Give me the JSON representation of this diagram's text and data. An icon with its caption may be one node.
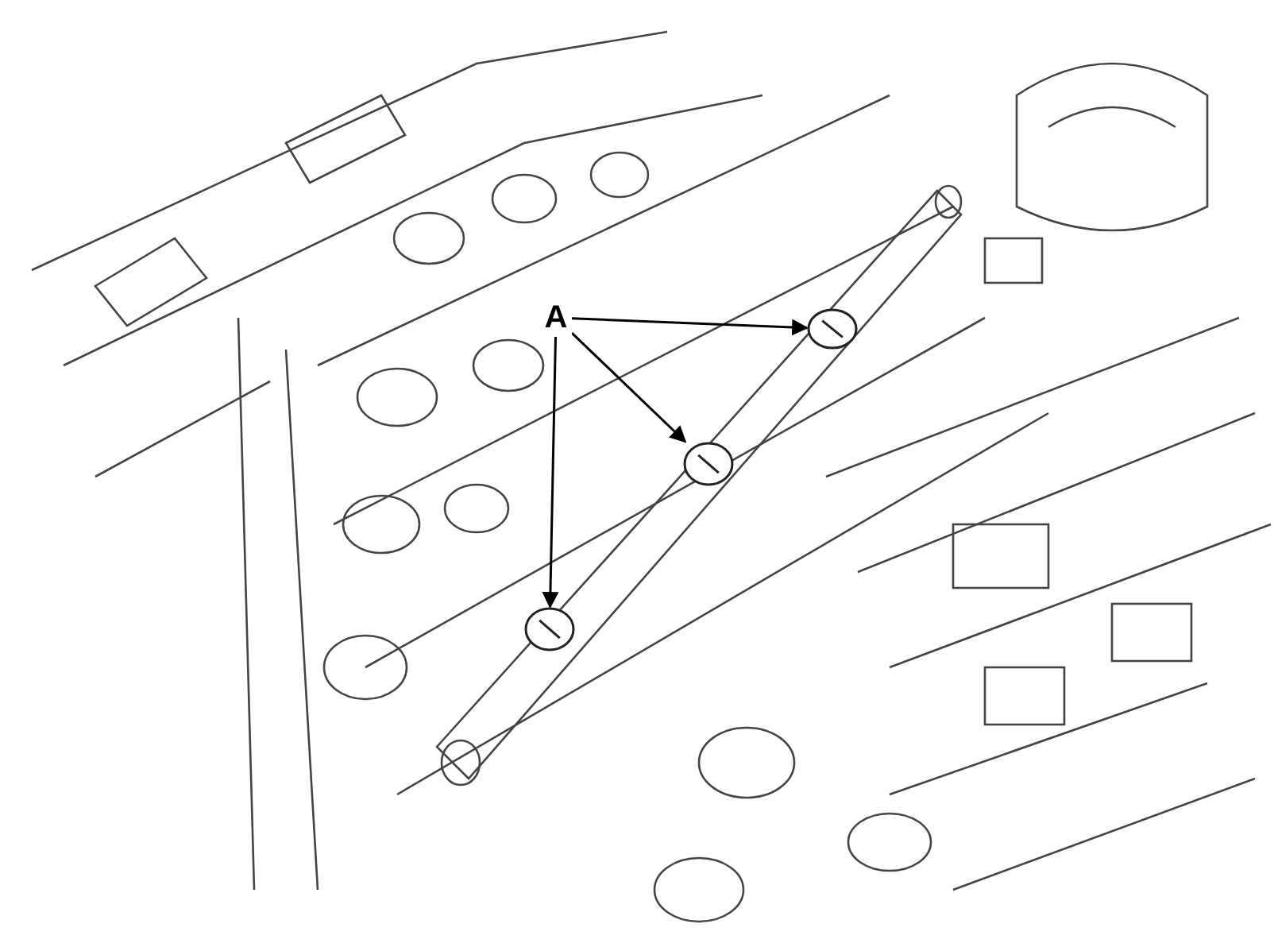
{
  "diagram": {
    "nodes": [
      {
        "text": [
          "A"
        ]
      },
      {
        "text": [],
        "shape": "picture"
      },
      {
        "text": [],
        "shape": "picture"
      },
      {
        "text": [],
        "shape": "picture"
      }
    ],
    "edges": [
      {
        "from": 0,
        "to": 1,
        "arrow": "to"
      },
      {
        "from": 0,
        "to": 2,
        "arrow": "to"
      },
      {
        "from": 0,
        "to": 3,
        "arrow": "to"
      }
    ]
  }
}
